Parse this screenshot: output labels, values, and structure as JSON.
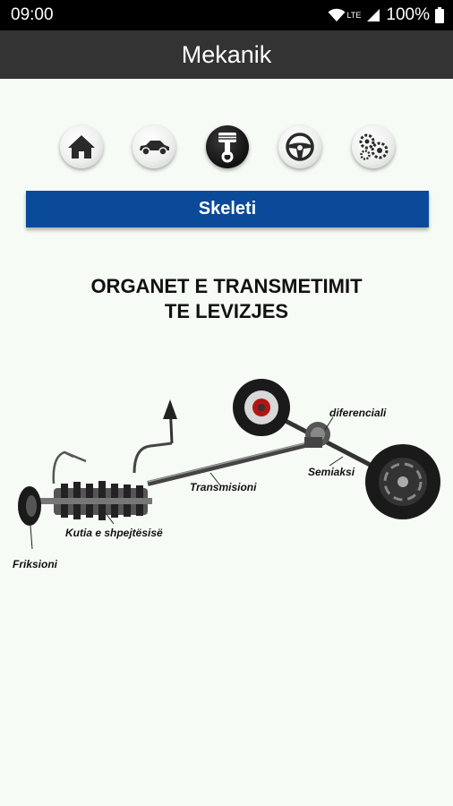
{
  "status_bar": {
    "time": "09:00",
    "network": "LTE",
    "battery": "100%"
  },
  "app_bar": {
    "title": "Mekanik"
  },
  "nav": {
    "items": [
      {
        "icon": "home-icon",
        "active": false
      },
      {
        "icon": "car-icon",
        "active": false
      },
      {
        "icon": "piston-icon",
        "active": true
      },
      {
        "icon": "steering-wheel-icon",
        "active": false
      },
      {
        "icon": "gears-icon",
        "active": false
      }
    ]
  },
  "section": {
    "title": "Skeleti"
  },
  "diagram": {
    "title_line1": "ORGANET E TRANSMETIMIT",
    "title_line2": "TE LEVIZJES",
    "labels": {
      "diferenciali": "diferenciali",
      "semiaksi": "Semiaksi",
      "transmisioni": "Transmisioni",
      "kutia": "Kutia e shpejtësisë",
      "friksioni": "Friksioni"
    }
  },
  "colors": {
    "app_bar": "#333333",
    "section_bar": "#0b4a99",
    "background": "#f6fbf5"
  }
}
